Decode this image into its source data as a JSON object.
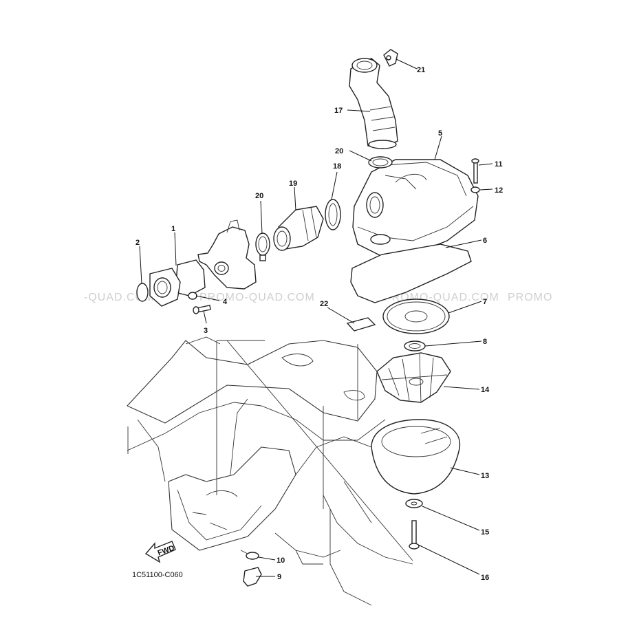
{
  "diagram": {
    "drawing_code": "1C51100-C060",
    "fwd_label": "FWD",
    "watermark": "PROMO-QUAD.COM",
    "watermarks": [
      "-QUAD.COM",
      "PROMO-QUAD.COM",
      "PROMO-QUAD.COM",
      "PROMO"
    ],
    "callouts": [
      {
        "id": "c1",
        "label": "1"
      },
      {
        "id": "c2",
        "label": "2"
      },
      {
        "id": "c3",
        "label": "3"
      },
      {
        "id": "c4",
        "label": "4"
      },
      {
        "id": "c5",
        "label": "5"
      },
      {
        "id": "c6",
        "label": "6"
      },
      {
        "id": "c7",
        "label": "7"
      },
      {
        "id": "c8",
        "label": "8"
      },
      {
        "id": "c9",
        "label": "9"
      },
      {
        "id": "c10",
        "label": "10"
      },
      {
        "id": "c11",
        "label": "11"
      },
      {
        "id": "c12",
        "label": "12"
      },
      {
        "id": "c13",
        "label": "13"
      },
      {
        "id": "c14",
        "label": "14"
      },
      {
        "id": "c15",
        "label": "15"
      },
      {
        "id": "c16",
        "label": "16"
      },
      {
        "id": "c17",
        "label": "17"
      },
      {
        "id": "c18",
        "label": "18"
      },
      {
        "id": "c19",
        "label": "19"
      },
      {
        "id": "c20a",
        "label": "20"
      },
      {
        "id": "c20b",
        "label": "20"
      },
      {
        "id": "c21",
        "label": "21"
      },
      {
        "id": "c22",
        "label": "22"
      }
    ]
  }
}
